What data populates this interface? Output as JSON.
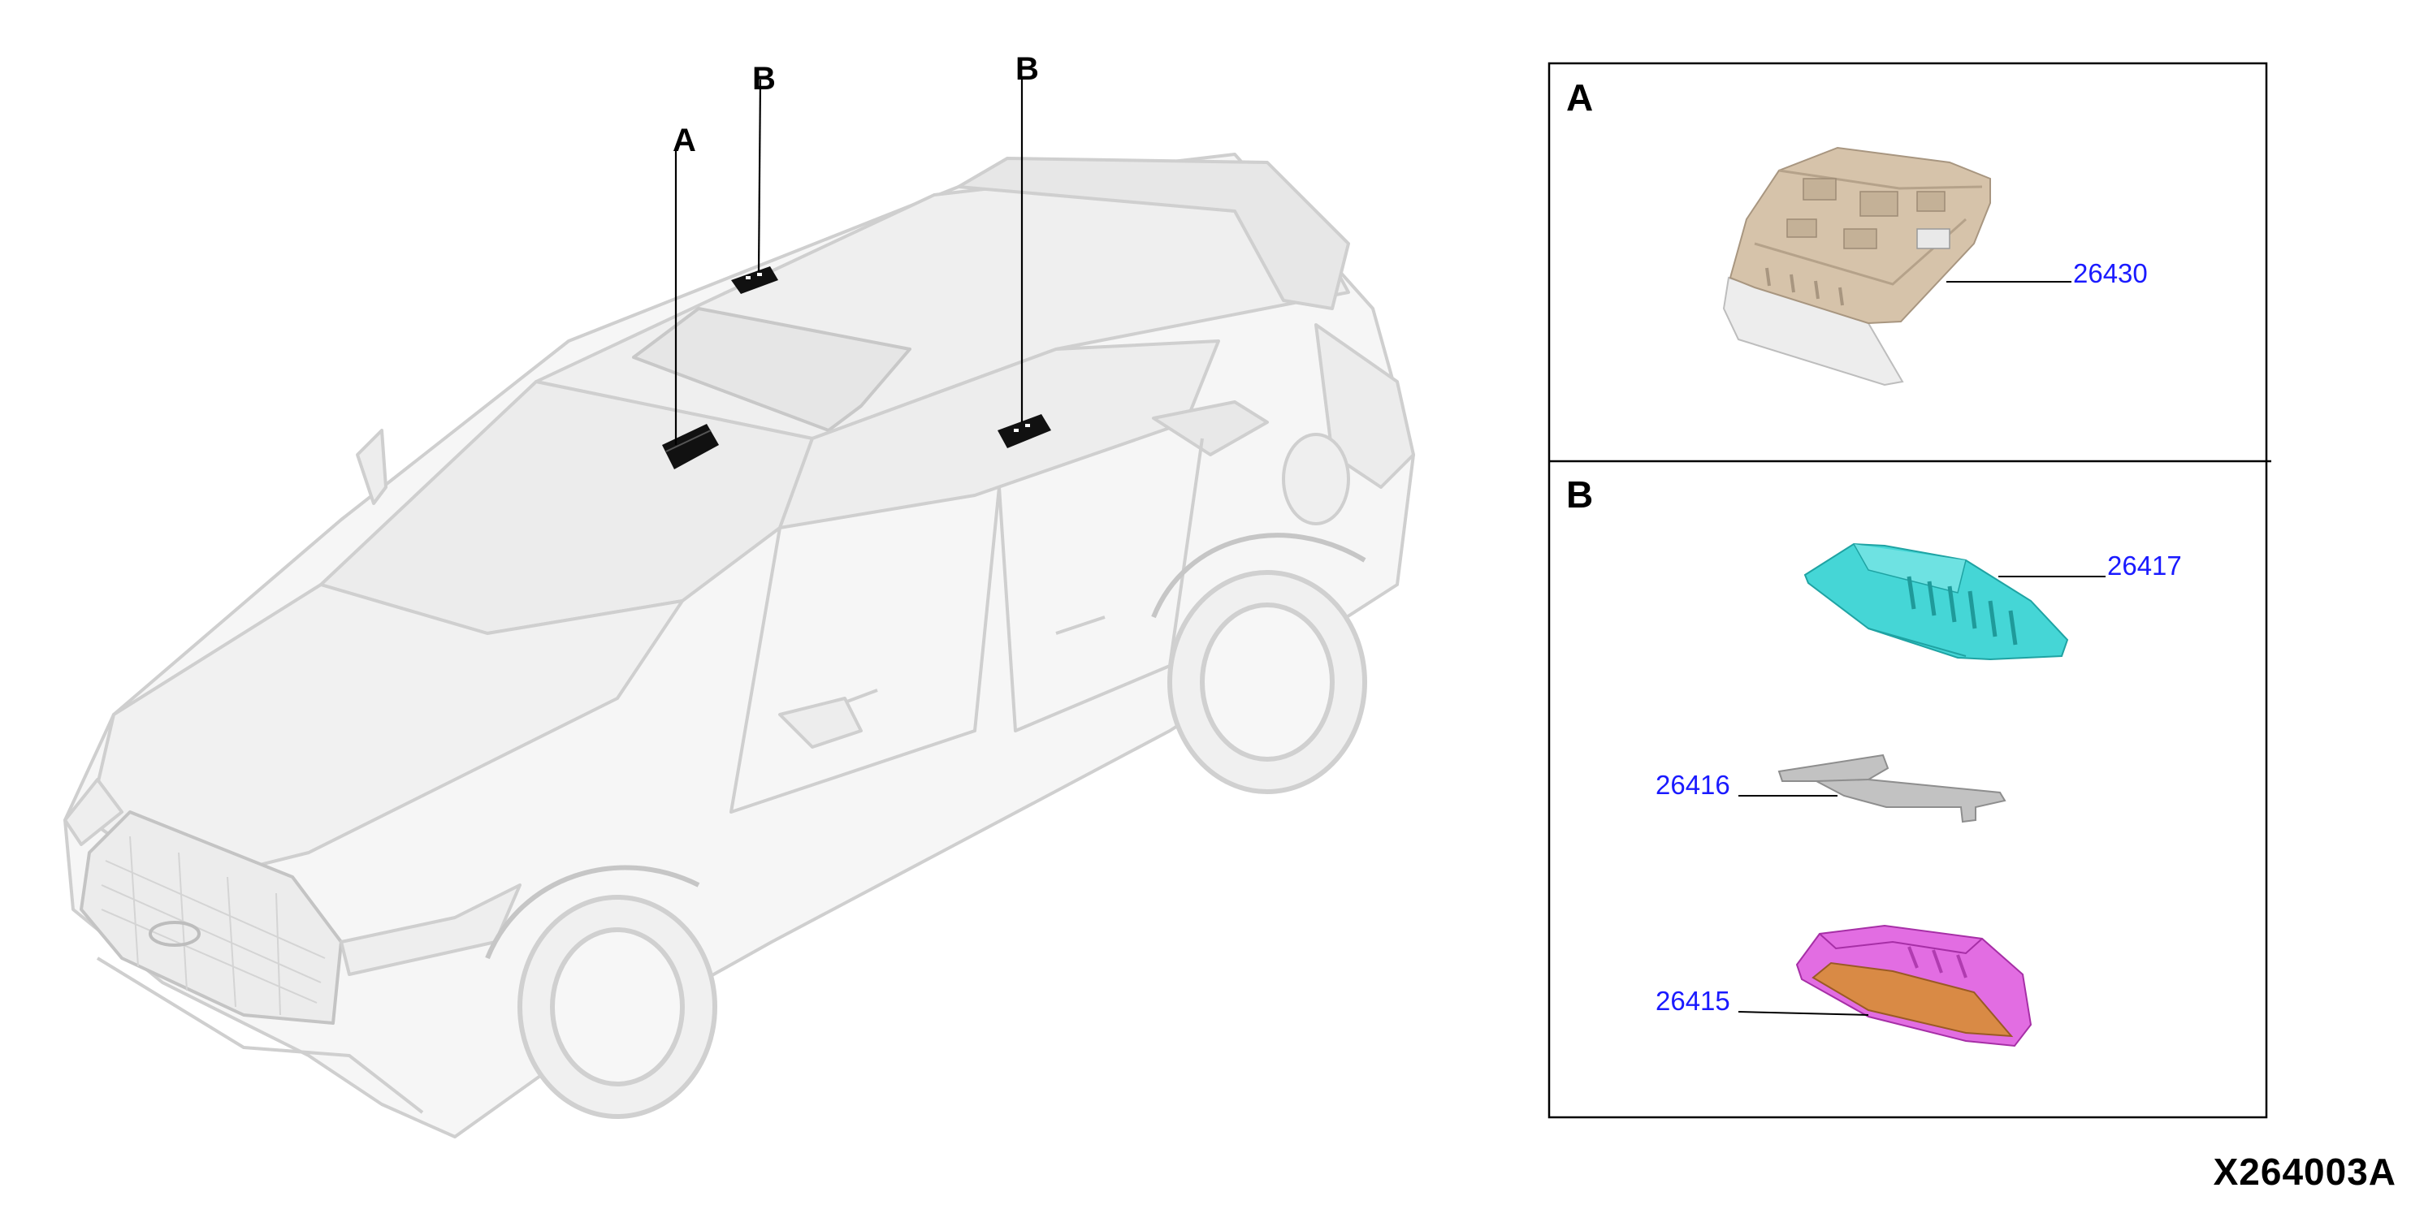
{
  "colors": {
    "leader_text": "#1a1aff",
    "car_body": "#dcdcdc",
    "lamp_a": "#d2bfa5",
    "lens_a": "#ececec",
    "housing_26417": "#3fd3d3",
    "bracket_26416": "#bdbdbd",
    "lamp_26415": "#e066e0",
    "lens_26415": "#d98a45"
  },
  "car_callouts": {
    "a": "A",
    "b_front": "B",
    "b_rear": "B"
  },
  "panel_a": {
    "title": "A",
    "parts": [
      {
        "number": "26430",
        "icon": "overhead-console-lamp"
      }
    ]
  },
  "panel_b": {
    "title": "B",
    "parts": [
      {
        "number": "26417",
        "icon": "lamp-housing"
      },
      {
        "number": "26416",
        "icon": "mounting-bracket"
      },
      {
        "number": "26415",
        "icon": "room-lamp"
      }
    ]
  },
  "diagram_code": "X264003A"
}
